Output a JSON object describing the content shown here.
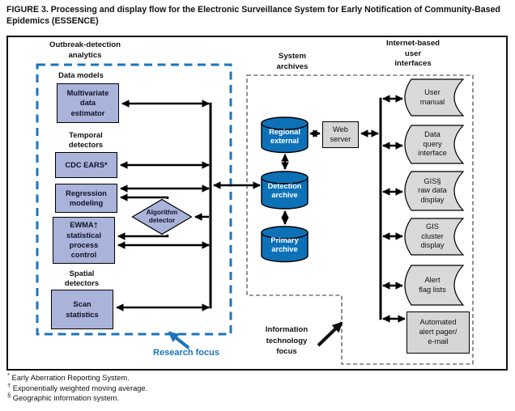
{
  "figure": {
    "title": "FIGURE 3. Processing and display flow for the Electronic Surveillance System for Early Notification of Community-Based Epidemics (ESSENCE)",
    "footnotes": [
      {
        "marker": "*",
        "text": " Early Aberration Reporting System."
      },
      {
        "marker": "†",
        "text": " Exponentially weighted moving average."
      },
      {
        "marker": "§",
        "text": " Geographic information system."
      }
    ]
  },
  "analytics": {
    "section_label": "Outbreak-detection\nanalytics",
    "research_focus_label": "Research focus",
    "groups": {
      "data_models": "Data models",
      "temporal": "Temporal\ndetectors",
      "spatial": "Spatial\ndetectors"
    },
    "boxes": {
      "multivariate": "Multivariate\ndata\nestimator",
      "cdc_ears": "CDC EARS*",
      "regression": "Regression\nmodeling",
      "ewma": "EWMA†\nstatistical\nprocess\ncontrol",
      "scan": "Scan\nstatistics"
    },
    "diamond_label": "Algorithm\ndetector"
  },
  "archives": {
    "section_label": "System\narchives",
    "cylinders": {
      "regional": "Regional\nexternal",
      "detection": "Detection\narchive",
      "primary": "Primary\narchive"
    },
    "web_server_label": "Web\nserver"
  },
  "interfaces": {
    "section_label": "Internet-based\nuser\ninterfaces",
    "items": [
      {
        "label": "User\nmanual"
      },
      {
        "label": "Data\nquery\ninterface"
      },
      {
        "label": "GIS§\nraw data\ndisplay"
      },
      {
        "label": "GIS\ncluster\ndisplay"
      },
      {
        "label": "Alert\nflag lists"
      },
      {
        "label": "Automated\nalert pager/\ne-mail"
      }
    ]
  },
  "it_focus_label": "Information\ntechnology\nfocus",
  "colors": {
    "accent_blue": "#1b75bc",
    "cylinder_blue": "#0d71b8",
    "box_lavender": "#aab3da",
    "shape_gray": "#d9d9d9"
  }
}
